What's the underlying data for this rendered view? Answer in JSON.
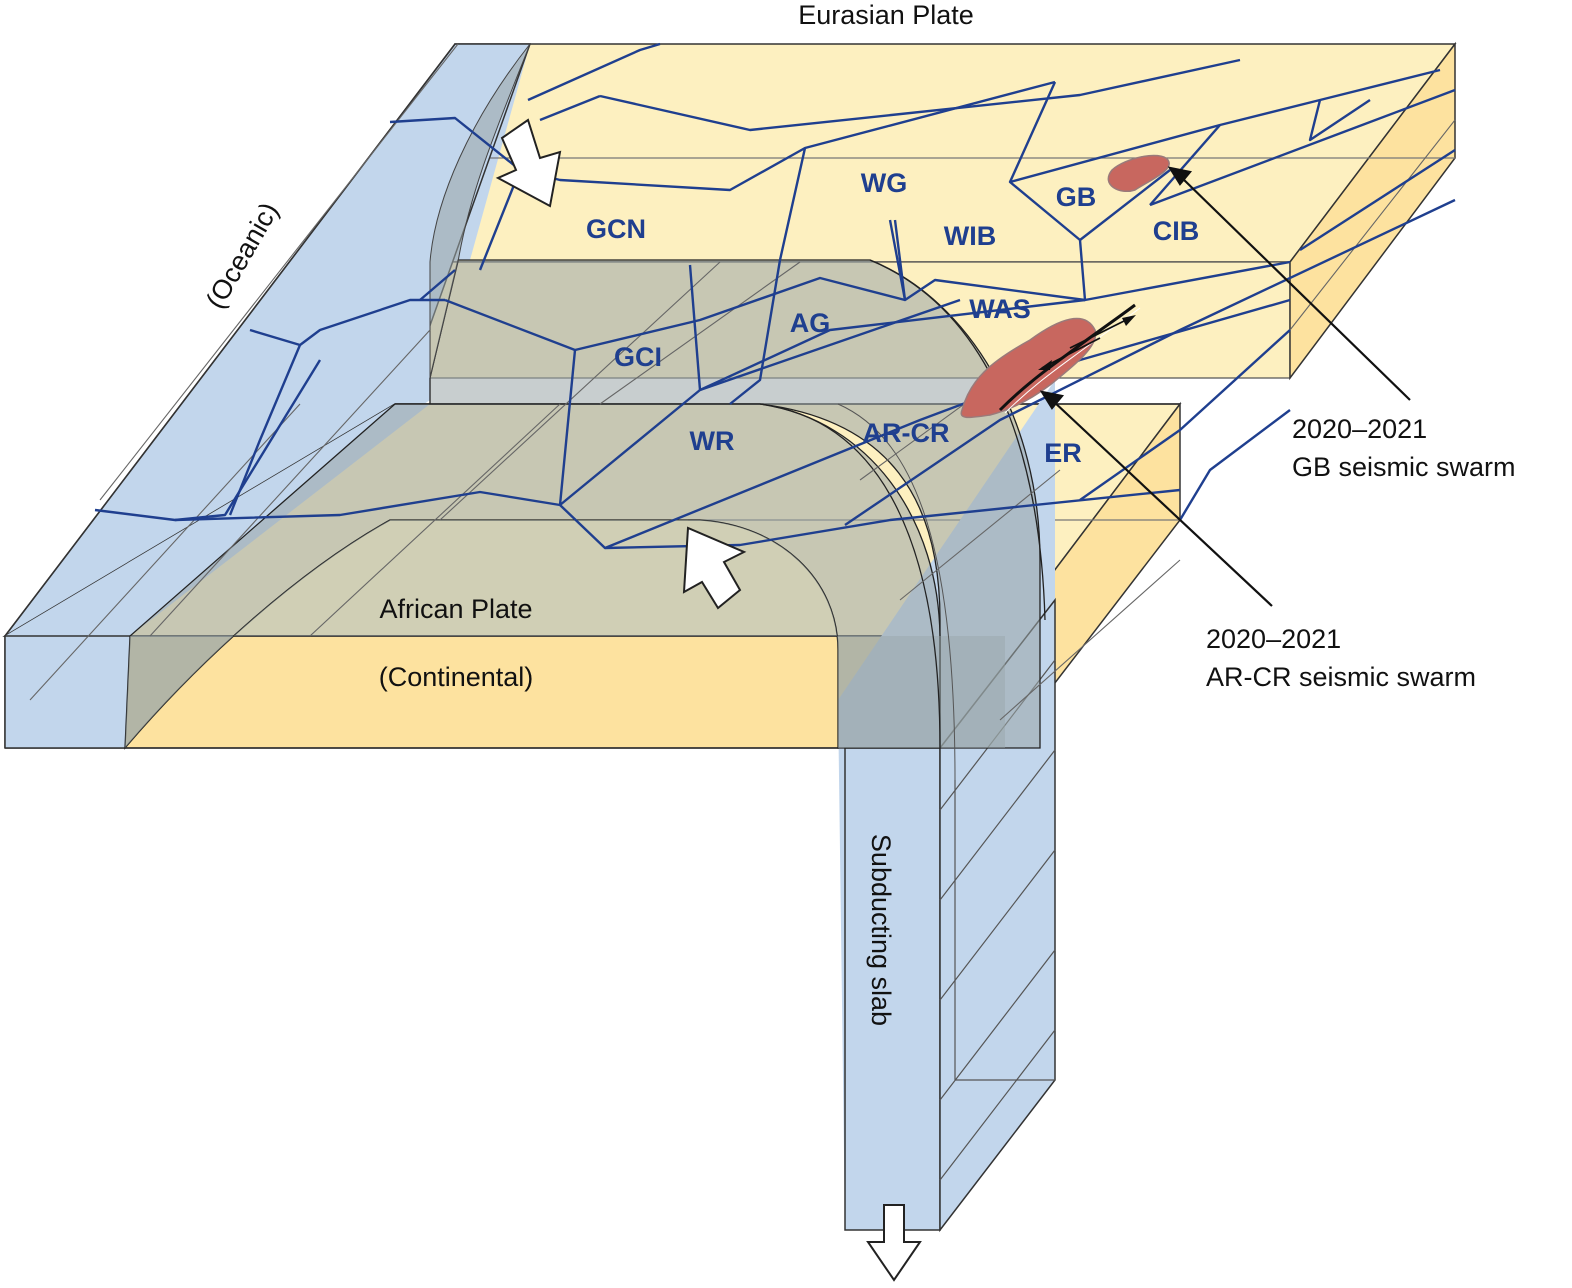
{
  "labels": {
    "eurasian_plate": "Eurasian Plate",
    "oceanic": "(Oceanic)",
    "african_plate": "African Plate",
    "continental": "(Continental)",
    "subducting_slab": "Subducting slab"
  },
  "blocks": {
    "gcn": "GCN",
    "wg": "WG",
    "gb": "GB",
    "wib": "WIB",
    "cib": "CIB",
    "was": "WAS",
    "ag": "AG",
    "gci": "GCI",
    "wr": "WR",
    "ar_cr": "AR-CR",
    "er": "ER"
  },
  "swarms": {
    "gb": {
      "years": "2020–2021",
      "label": "GB seismic swarm"
    },
    "ar_cr": {
      "years": "2020–2021",
      "label": "AR-CR seismic swarm"
    }
  },
  "colors": {
    "ocean_blue": "#c2d6ec",
    "continent_yellow": "#fdf0c0",
    "continent_side": "#fde29f",
    "grey_overlay": "#9aa6a8",
    "boundary_blue": "#1f3f8f",
    "swarm_red": "#c8675f"
  }
}
